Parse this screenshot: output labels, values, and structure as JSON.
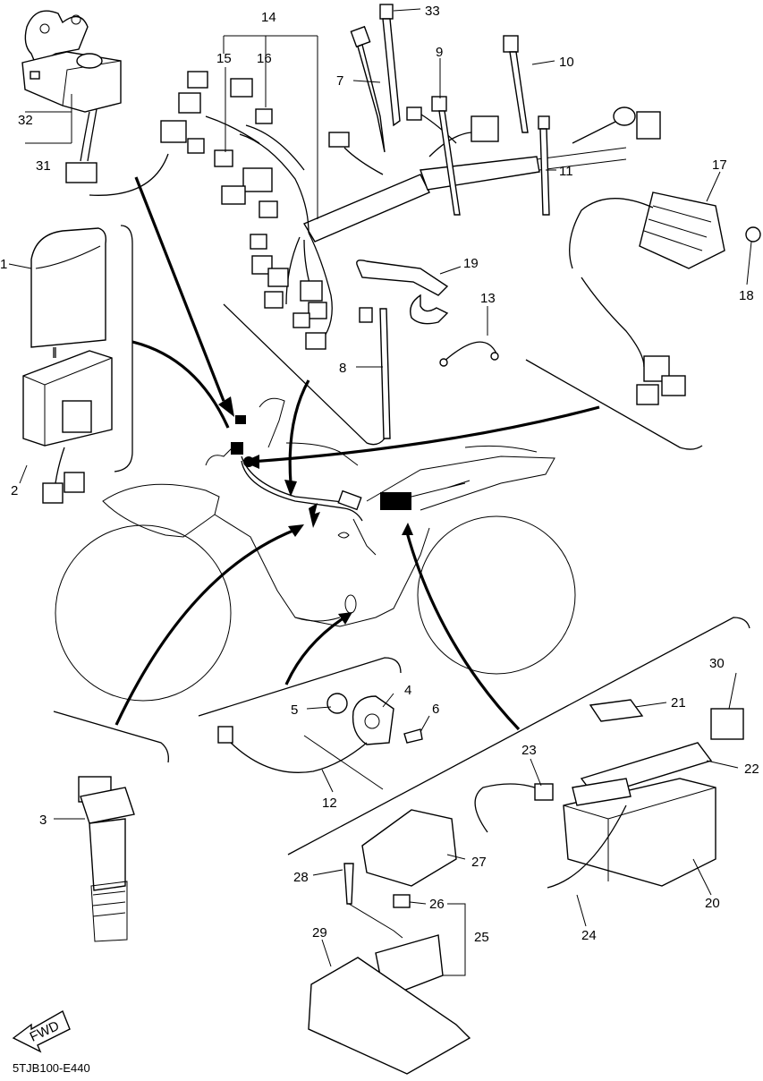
{
  "diagram_code": "5TJB100-E440",
  "fwd_label": "FWD",
  "callouts": {
    "c1": "1",
    "c2": "2",
    "c3": "3",
    "c4": "4",
    "c5": "5",
    "c6": "6",
    "c7": "7",
    "c8": "8",
    "c9": "9",
    "c10": "10",
    "c11": "11",
    "c12": "12",
    "c13": "13",
    "c14": "14",
    "c15": "15",
    "c16": "16",
    "c17": "17",
    "c18": "18",
    "c19": "19",
    "c20": "20",
    "c21": "21",
    "c22": "22",
    "c23": "23",
    "c24": "24",
    "c25": "25",
    "c26": "26",
    "c27": "27",
    "c28": "28",
    "c29": "29",
    "c30": "30",
    "c31": "31",
    "c32": "32",
    "c33": "33"
  }
}
